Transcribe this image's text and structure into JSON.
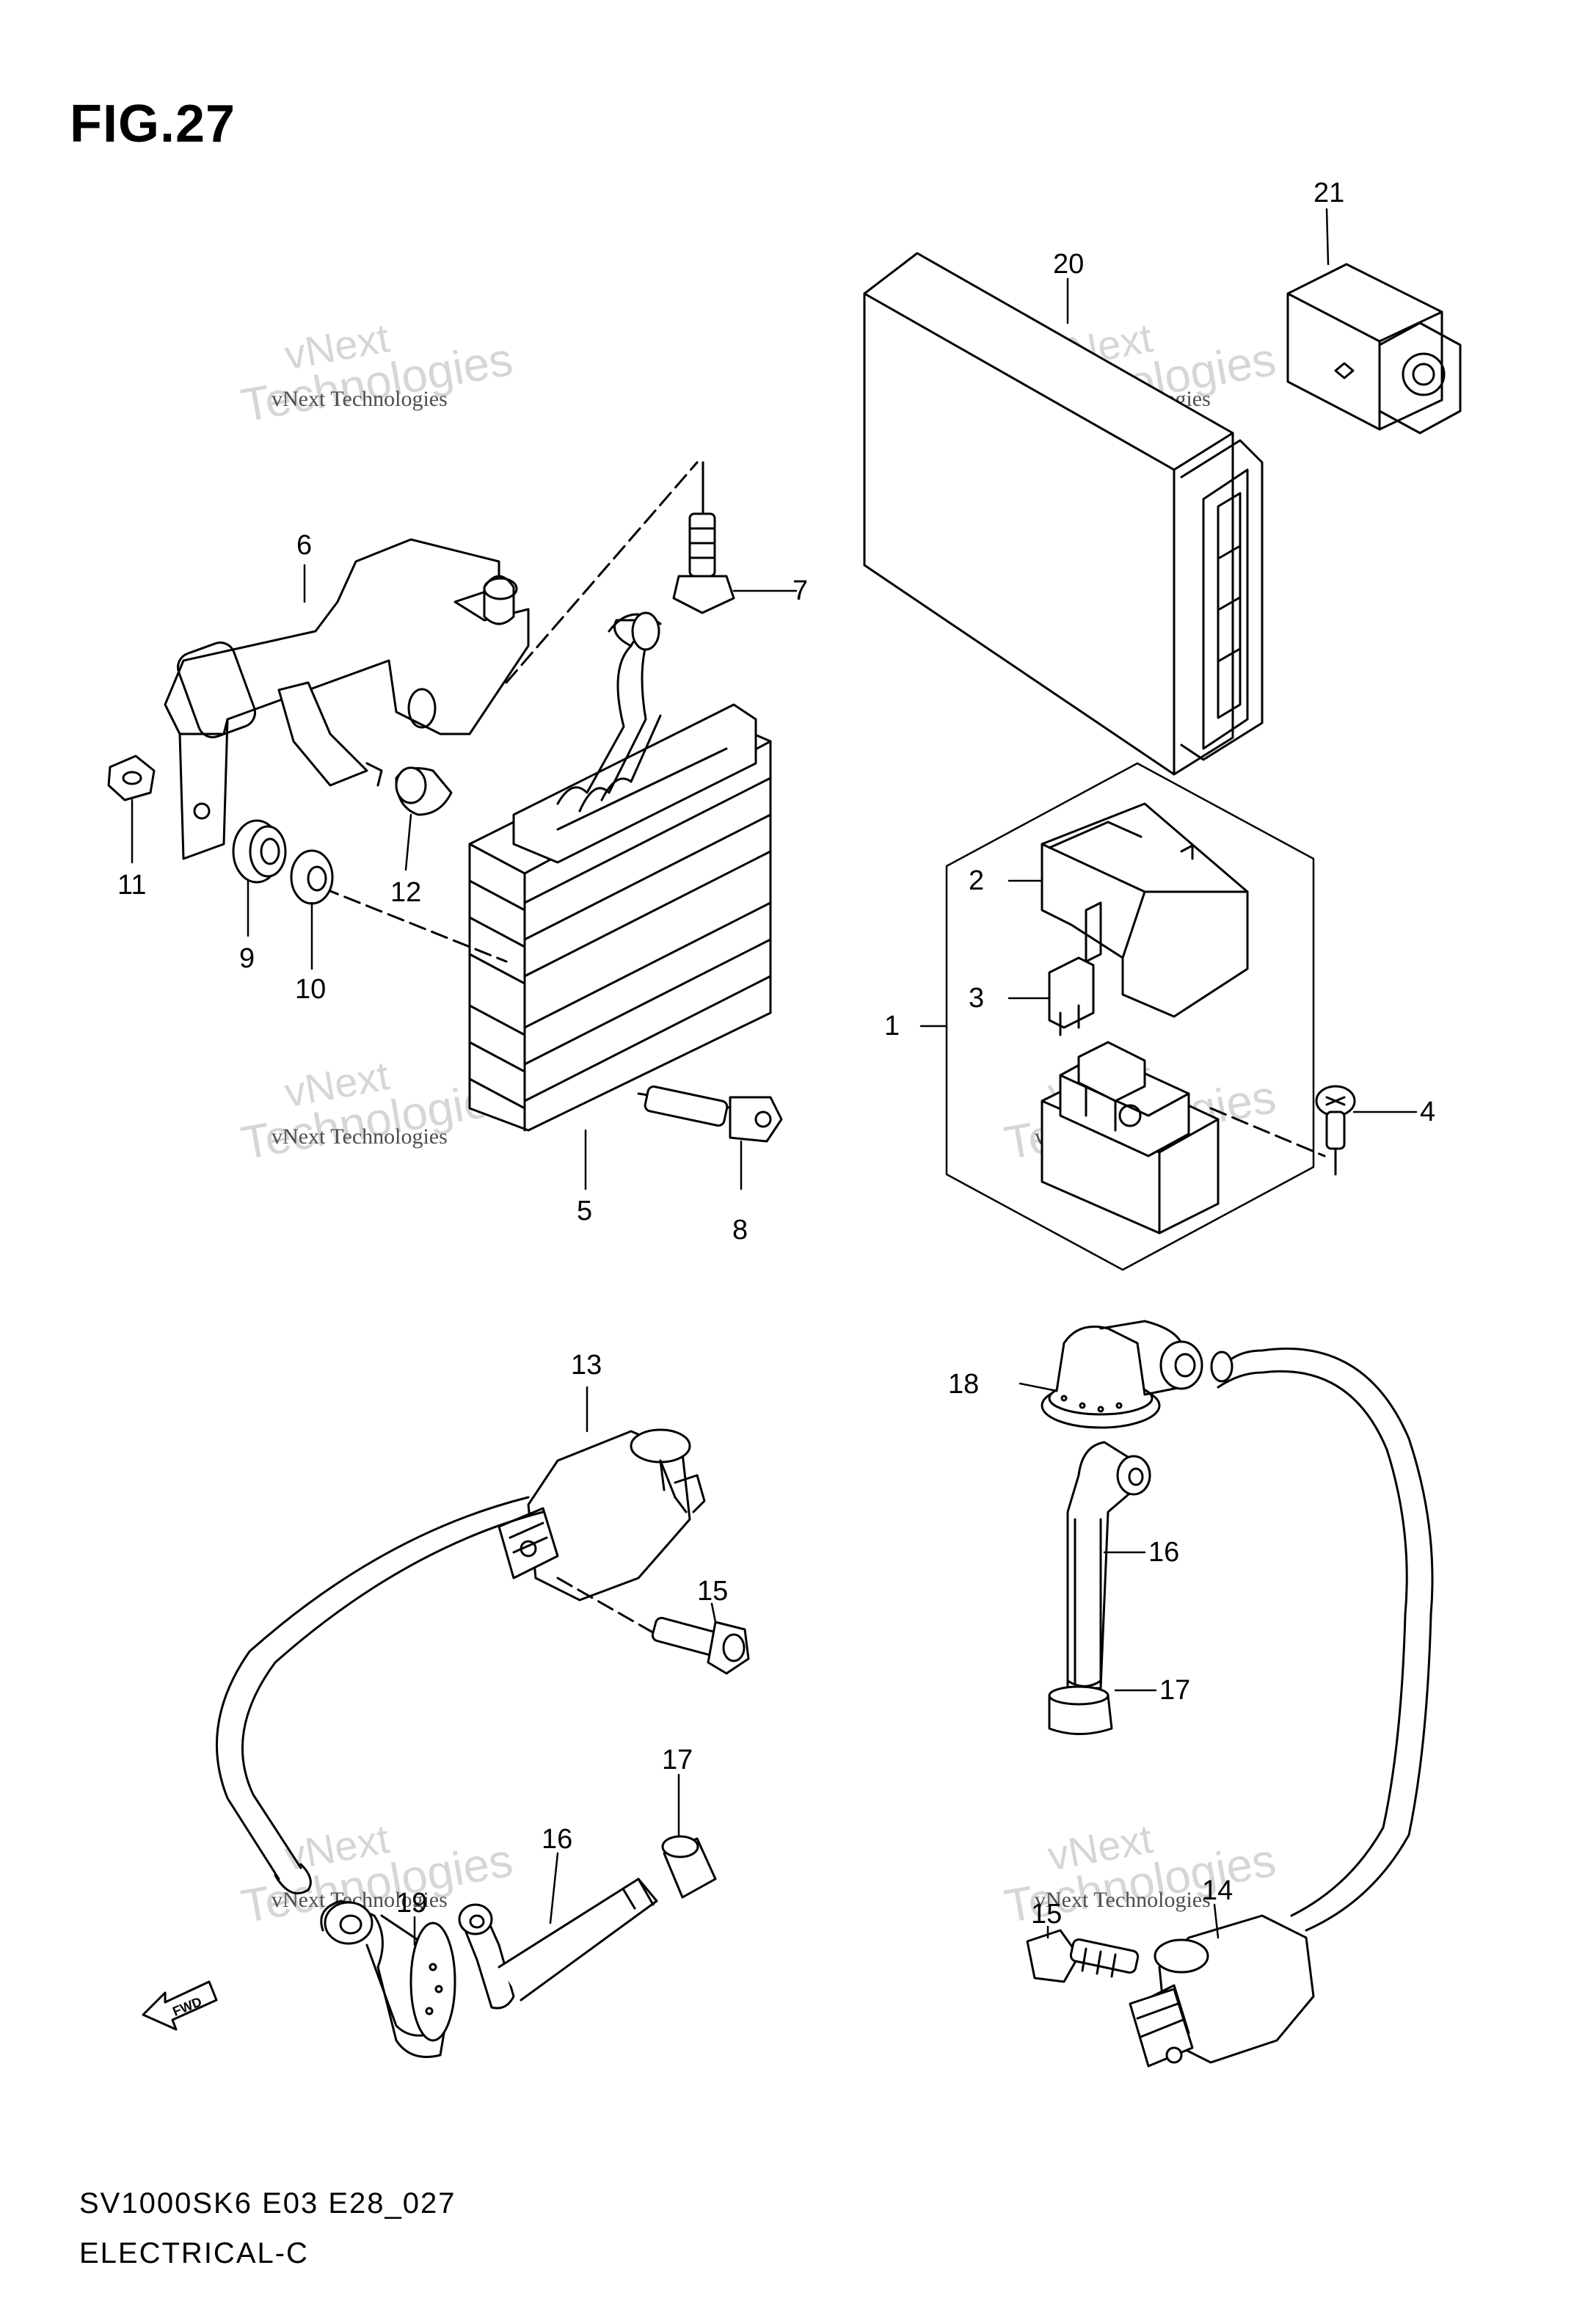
{
  "figure": {
    "title": "FIG.27"
  },
  "footer": {
    "model_code": "SV1000SK6 E03 E28_027",
    "section": "ELECTRICAL-C"
  },
  "watermark": {
    "line1": "vNext",
    "line2": "Technologies",
    "caption": "vNext Technologies"
  },
  "fwd_arrow": {
    "label": "FWD"
  },
  "callouts": [
    {
      "id": "c1",
      "label": "1"
    },
    {
      "id": "c2",
      "label": "2"
    },
    {
      "id": "c3",
      "label": "3"
    },
    {
      "id": "c4",
      "label": "4"
    },
    {
      "id": "c5",
      "label": "5"
    },
    {
      "id": "c6",
      "label": "6"
    },
    {
      "id": "c7",
      "label": "7"
    },
    {
      "id": "c8",
      "label": "8"
    },
    {
      "id": "c9",
      "label": "9"
    },
    {
      "id": "c10",
      "label": "10"
    },
    {
      "id": "c11",
      "label": "11"
    },
    {
      "id": "c12",
      "label": "12"
    },
    {
      "id": "c13",
      "label": "13"
    },
    {
      "id": "c14",
      "label": "14"
    },
    {
      "id": "c15a",
      "label": "15"
    },
    {
      "id": "c15b",
      "label": "15"
    },
    {
      "id": "c16a",
      "label": "16"
    },
    {
      "id": "c16b",
      "label": "16"
    },
    {
      "id": "c17a",
      "label": "17"
    },
    {
      "id": "c17b",
      "label": "17"
    },
    {
      "id": "c18",
      "label": "18"
    },
    {
      "id": "c19",
      "label": "19"
    },
    {
      "id": "c20",
      "label": "20"
    },
    {
      "id": "c21",
      "label": "21"
    }
  ]
}
